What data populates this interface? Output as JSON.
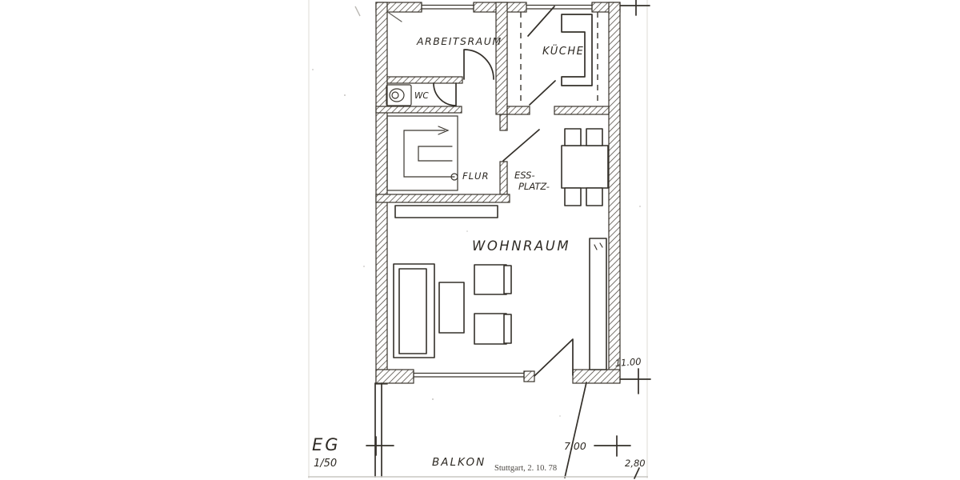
{
  "drawing": {
    "title": "EG",
    "scale": "1/50",
    "annotation": "Stuttgart, 2. 10. 78",
    "rooms": {
      "arbeitsraum": "ARBEITSRAUM",
      "kueche": "KÜCHE",
      "wc": "WC",
      "flur": "FLUR",
      "essplatz_line1": "ESS-",
      "essplatz_line2": "PLATZ-",
      "wohnraum": "WOHNRAUM",
      "balkon": "BALKON"
    },
    "dimensions": {
      "right_side": "11.00",
      "balcony_width": "7.00",
      "balcony_depth": "2,80"
    },
    "fixtures": [
      "staircase-spiral",
      "toilet",
      "kitchen-counter",
      "dining-table",
      "chairs",
      "sideboard",
      "sofa",
      "coffee-table",
      "armchairs",
      "tall-cabinet",
      "balcony"
    ],
    "colors": {
      "ink": "#34302a",
      "paper": "#ffffff",
      "hatch": "#4a443c"
    }
  }
}
